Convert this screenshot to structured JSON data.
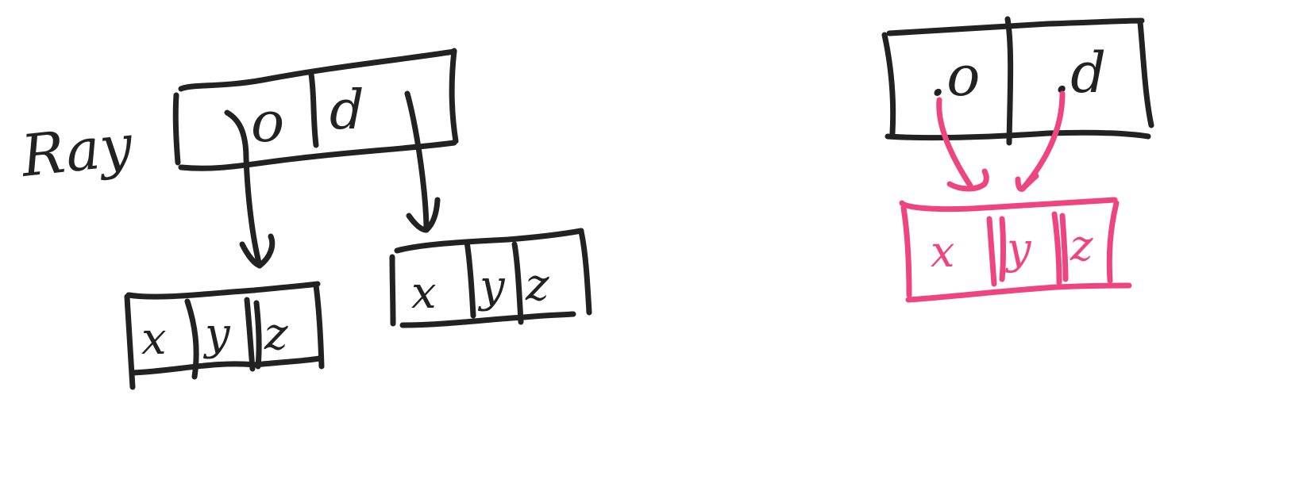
{
  "colors": {
    "ink": "#222222",
    "accent": "#ee4580",
    "background": "#ffffff"
  },
  "left_diagram": {
    "label": "Ray",
    "struct": {
      "fields": [
        "o",
        "d"
      ]
    },
    "vectors": [
      {
        "fields": [
          "x",
          "y",
          "z"
        ]
      },
      {
        "fields": [
          "x",
          "y",
          "z"
        ]
      }
    ]
  },
  "right_diagram": {
    "struct": {
      "fields": [
        ".o",
        ".d"
      ]
    },
    "vector": {
      "fields": [
        "x",
        "y",
        "z"
      ]
    }
  }
}
